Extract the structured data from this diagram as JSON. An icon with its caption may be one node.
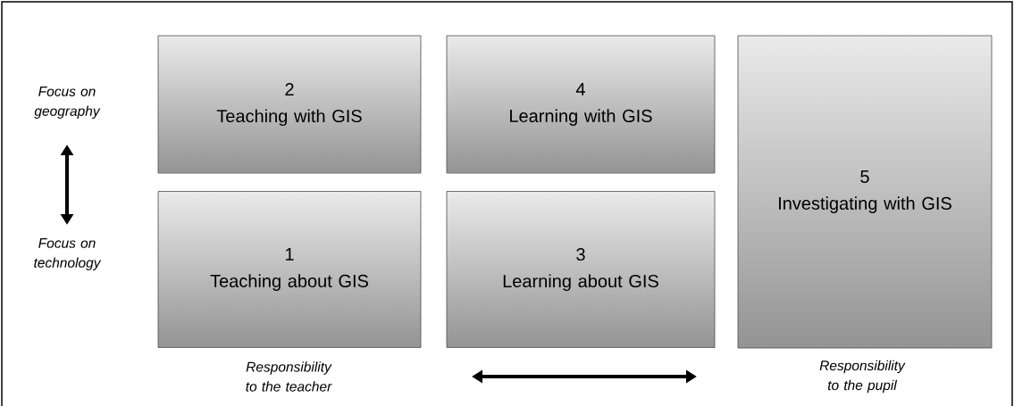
{
  "diagram": {
    "nodes": [
      {
        "text": [
          "2",
          "Teaching with GIS"
        ]
      },
      {
        "text": [
          "4",
          "Learning with GIS"
        ]
      },
      {
        "text": [
          "5",
          "Investigating with GIS"
        ]
      },
      {
        "text": [
          "1",
          "Teaching about GIS"
        ]
      },
      {
        "text": [
          "3",
          "Learning about GIS"
        ]
      }
    ],
    "labels": [
      "Focus on geography",
      "Focus on technology",
      "Responsibility to the teacher",
      "Responsibility to the pupil"
    ]
  }
}
